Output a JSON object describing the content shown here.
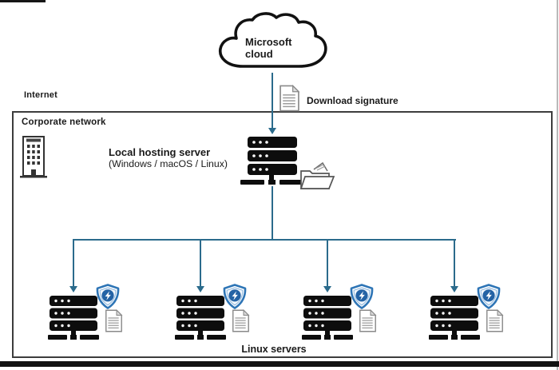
{
  "colors": {
    "line": "#2b6b8c",
    "arrow": "#2b6b8c",
    "shield-blue": "#2e75b6",
    "shield-dark": "#2463a5",
    "ink": "#0d0d0d"
  },
  "cloud": {
    "line1": "Microsoft",
    "line2": "cloud",
    "icon": "cloud-icon"
  },
  "download": {
    "label": "Download signature",
    "icon": "document-icon"
  },
  "zones": {
    "internet": "Internet",
    "corporate": "Corporate network"
  },
  "hosting_server": {
    "title": "Local hosting server",
    "subtitle": "(Windows / macOS / Linux)",
    "icons": [
      "server-stack-icon",
      "open-folder-icon"
    ]
  },
  "corporate_building_icon": "office-building-icon",
  "linux_servers": {
    "label": "Linux servers",
    "count": 4,
    "node_icons": [
      "server-stack-icon",
      "defender-shield-icon",
      "document-icon"
    ]
  }
}
